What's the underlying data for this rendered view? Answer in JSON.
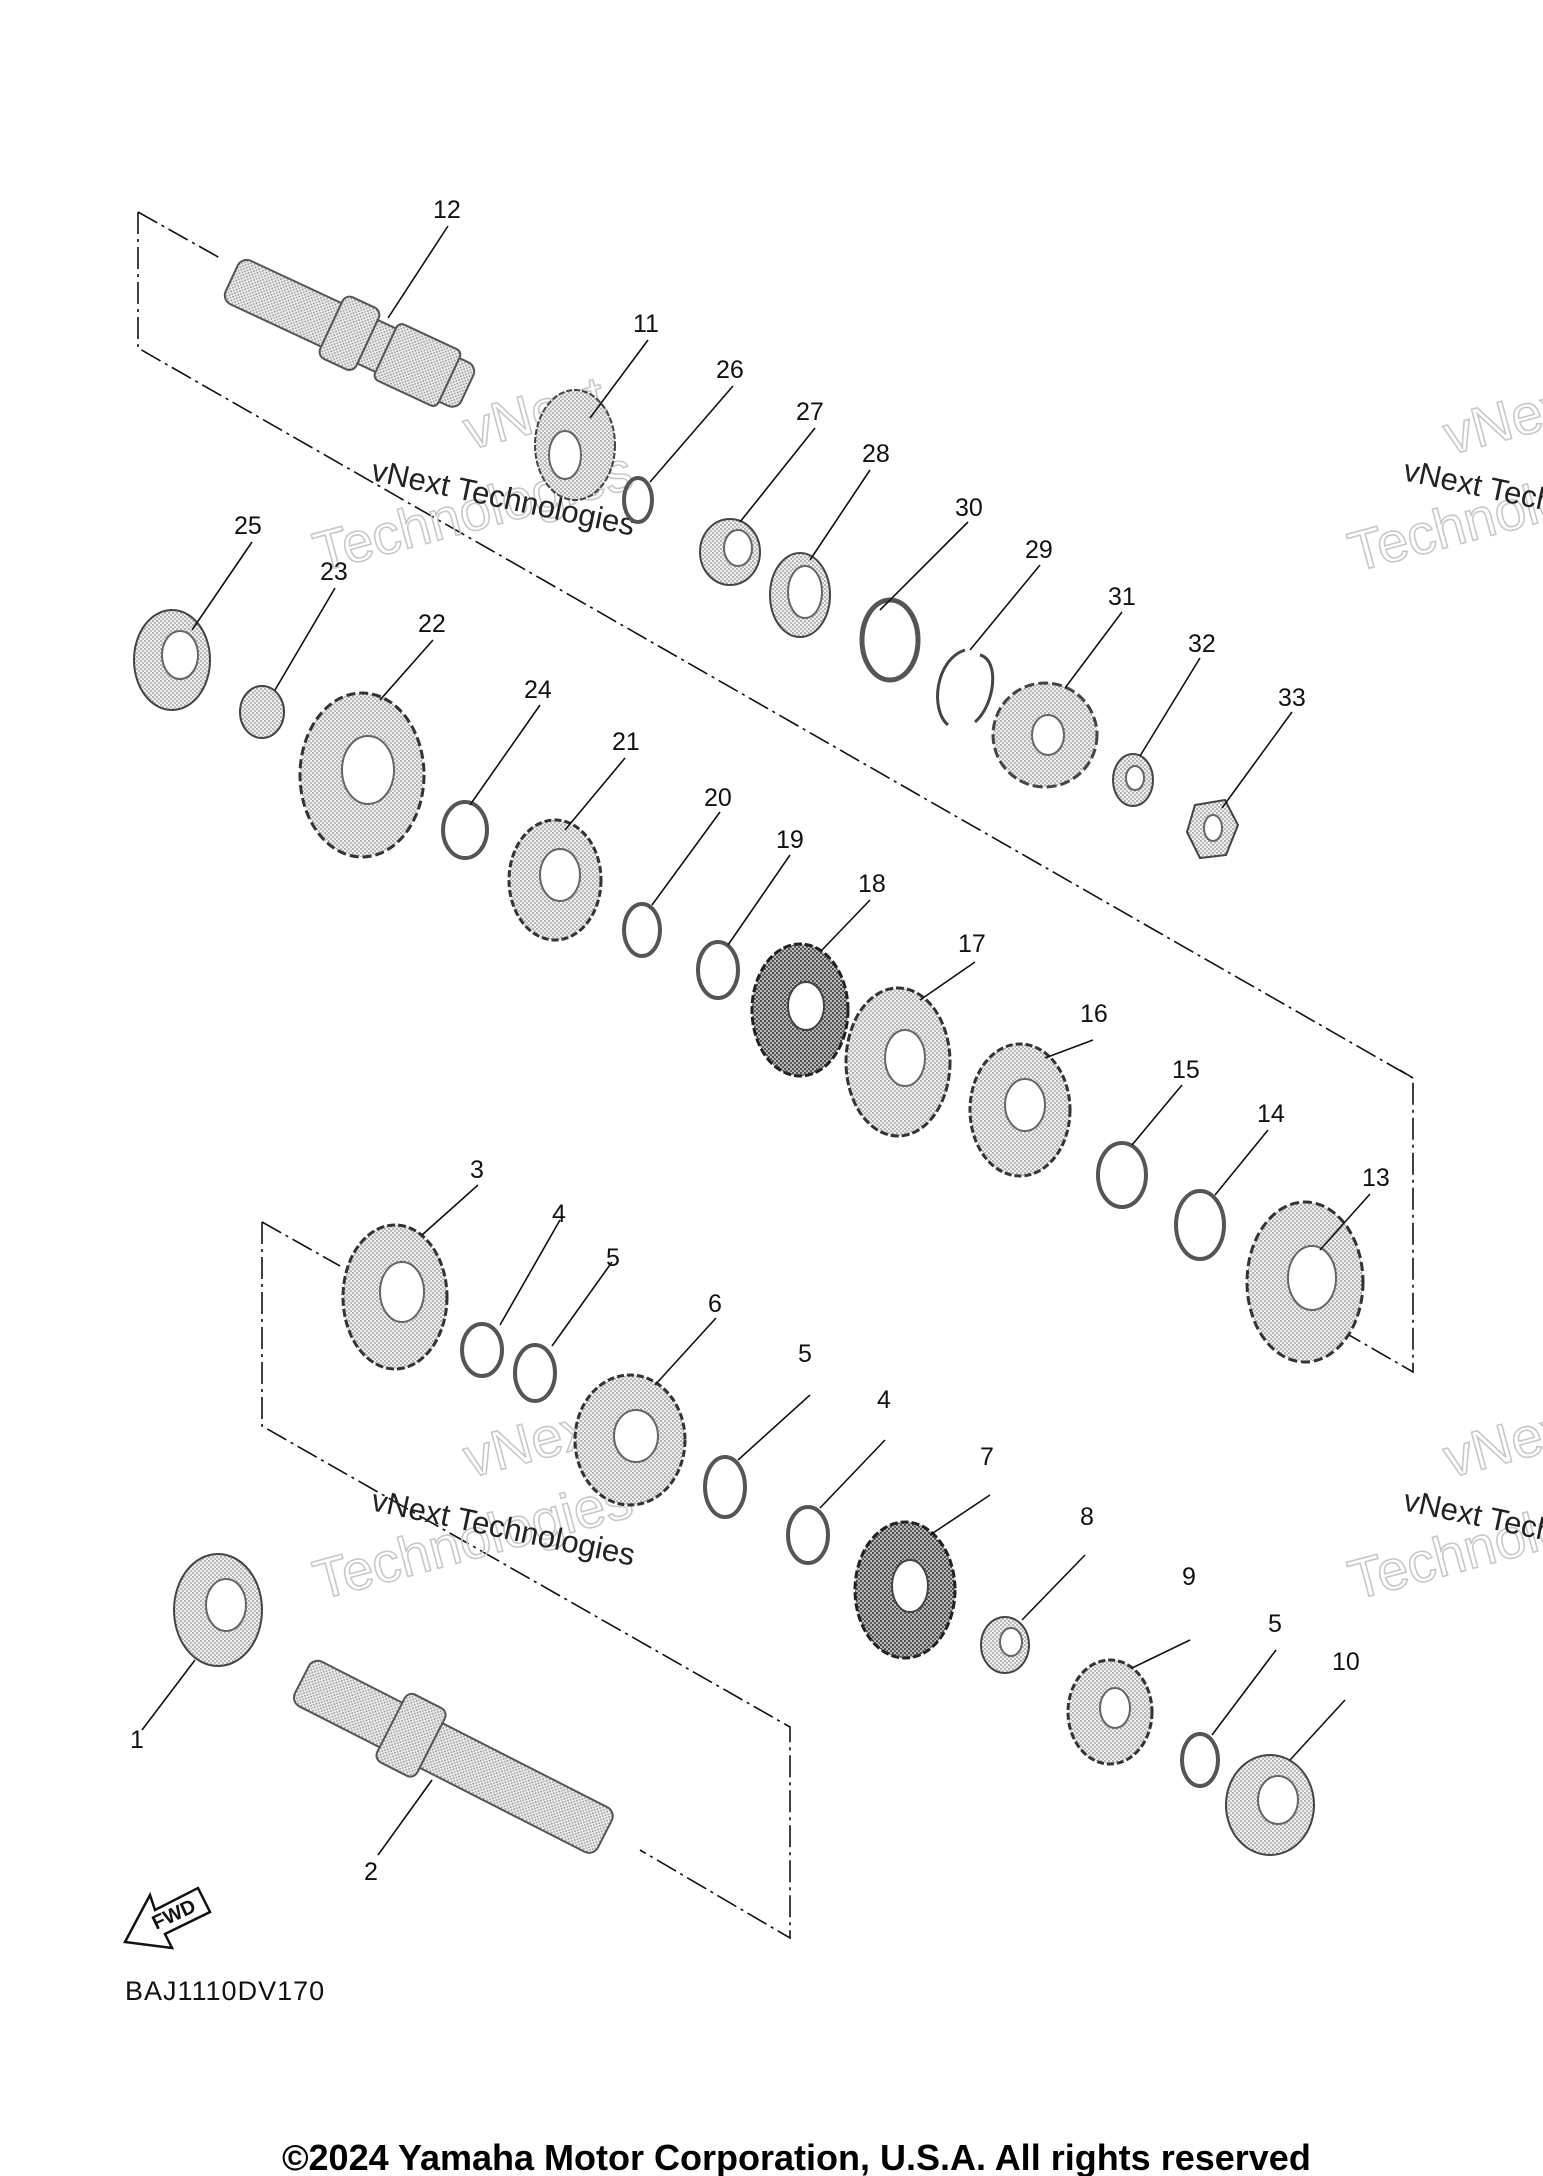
{
  "diagram_code": "BAJ1110DV170",
  "copyright": "©2024 Yamaha Motor Corporation, U.S.A. All rights reserved",
  "watermark": {
    "line1": "vNext Technologies",
    "line2a": "vNext",
    "line2b": "Technologies"
  },
  "fwd_label": "FWD",
  "callouts": [
    "1",
    "2",
    "3",
    "4",
    "5",
    "6",
    "5",
    "4",
    "7",
    "8",
    "9",
    "5",
    "10",
    "11",
    "12",
    "13",
    "14",
    "15",
    "16",
    "17",
    "18",
    "19",
    "20",
    "21",
    "22",
    "23",
    "24",
    "25",
    "26",
    "27",
    "28",
    "29",
    "30",
    "31",
    "32",
    "33"
  ]
}
